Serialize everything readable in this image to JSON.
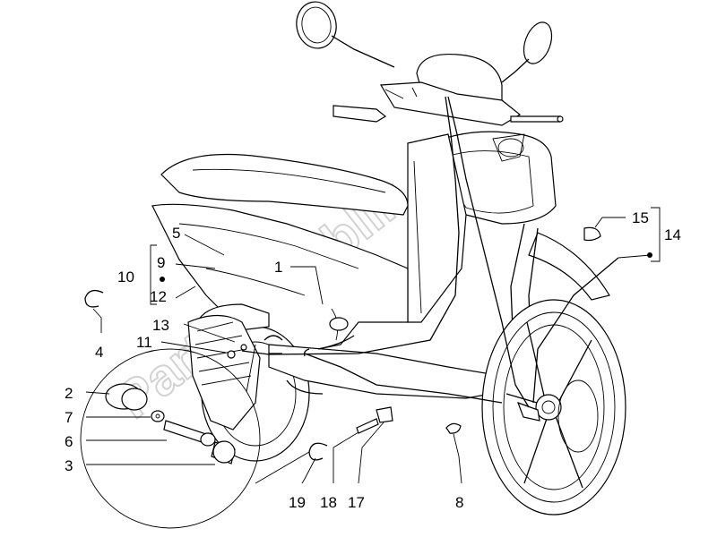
{
  "diagram": {
    "watermark": "PartsRepublik",
    "callouts": {
      "c1": "1",
      "c2": "2",
      "c3": "3",
      "c4": "4",
      "c5": "5",
      "c6": "6",
      "c7": "7",
      "c8": "8",
      "c9": "9",
      "c10": "10",
      "c11": "11",
      "c12": "12",
      "c13": "13",
      "c14": "14",
      "c15": "15",
      "c17": "17",
      "c18": "18",
      "c19": "19"
    }
  }
}
